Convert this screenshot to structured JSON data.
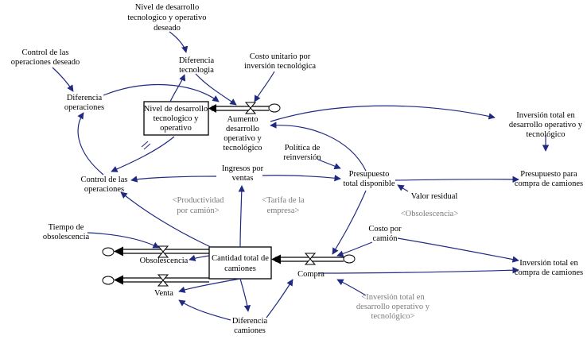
{
  "stocks": {
    "nivel_desarrollo": [
      "Nivel de desarrollo",
      "tecnologico y",
      "operativo"
    ],
    "cantidad_camiones": [
      "Cantidad total de",
      "camiones"
    ]
  },
  "flows": {
    "aumento": [
      "Aumento",
      "desarrollo",
      "operativo y",
      "tecnológico"
    ],
    "obsolescencia": [
      "Obsolescencia"
    ],
    "venta": [
      "Venta"
    ],
    "compra": [
      "Compra"
    ]
  },
  "variables": {
    "nivel_deseado": [
      "Nivel de desarrollo",
      "tecnologico y operativo",
      "deseado"
    ],
    "diferencia_tecnologia": [
      "Diferencia",
      "tecnologia"
    ],
    "costo_unitario": [
      "Costo unitario por",
      "inversión tecnológica"
    ],
    "control_deseado": [
      "Control de las",
      "operaciones deseado"
    ],
    "diferencia_operaciones": [
      "Diferencia",
      "operaciones"
    ],
    "inversion_desarrollo": [
      "Inversión total en",
      "desarrollo operativo y",
      "tecnológico"
    ],
    "politica_reinversion": [
      "Política de",
      "reinversión"
    ],
    "ingresos_ventas": [
      "Ingresos por",
      "ventas"
    ],
    "presupuesto_total": [
      "Presupuesto",
      "total disponible"
    ],
    "presupuesto_compra": [
      "Presupuesto para",
      "compra de camiones"
    ],
    "control_operaciones": [
      "Control de las",
      "operaciones"
    ],
    "valor_residual": [
      "Valor residual"
    ],
    "tiempo_obsolescencia": [
      "Tiempo de",
      "obsolescencia"
    ],
    "costo_camion": [
      "Costo por",
      "camión"
    ],
    "inversion_compra": [
      "Inversión total en",
      "compra de camiones"
    ],
    "diferencia_camiones": [
      "Diferencia",
      "camiones"
    ]
  },
  "shadow_variables": {
    "productividad": [
      "<Productividad",
      "por camión>"
    ],
    "tarifa": [
      "<Tarifa de la",
      "empresa>"
    ],
    "obsolescencia_sh": [
      "<Obsolescencia>"
    ],
    "inversion_sh": [
      "<Inversión total en",
      "desarrollo operativo y",
      "tecnológico>"
    ]
  },
  "colors": {
    "link": "#1f2a80",
    "shadow_text": "#7a7a7a"
  }
}
